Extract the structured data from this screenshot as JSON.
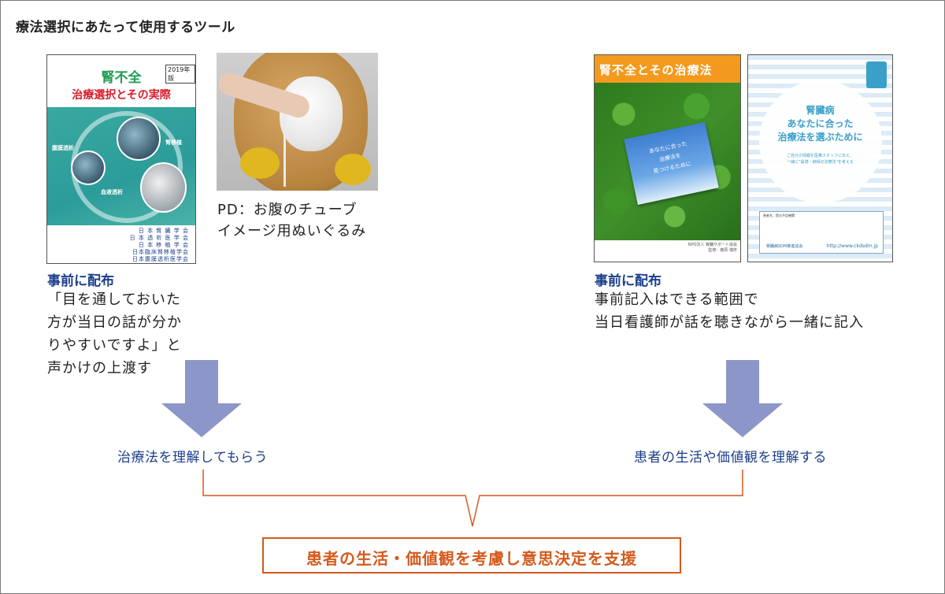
{
  "title": "療法選択にあたって使用するツール",
  "left": {
    "booklet": {
      "year": "2019年版",
      "title1": "腎不全",
      "title2": "治療選択とその実際",
      "labels": [
        "腹膜透析",
        "腎移植",
        "血液透析"
      ],
      "societies": [
        "日 本 腎 臓 学 会",
        "日 本 透 析 医 学 会",
        "日 本 移 植 学 会",
        "日本臨床腎移植学会",
        "日本腹膜透析医学会"
      ]
    },
    "photo_caption_line1": "PD：お腹のチューブ",
    "photo_caption_line2": "イメージ用ぬいぐるみ",
    "dist_label": "事前に配布",
    "note_lines": [
      "「目を通しておいた",
      "方が当日の話が分か",
      "りやすいですよ」と",
      "声かけの上渡す"
    ],
    "result": "治療法を理解してもらう"
  },
  "right": {
    "booklet2": {
      "title": "腎不全とその治療法",
      "inner_lines": [
        "あなたに合った",
        "治療法を",
        "見つけるために"
      ],
      "footer_lines": [
        "NPO法人 腎臓サポート協会",
        "監修：椿原 博彦"
      ]
    },
    "booklet3": {
      "title_lines": [
        "腎臓病",
        "あなたに合った",
        "治療法を選ぶために"
      ],
      "sub_lines": [
        "ご自分の情報を医療スタッフに伝え、",
        "一緒に\"最適・納得の治療法\"を考える"
      ],
      "box_label": "患者名、提出予定機関",
      "org": "腎臓病SDM推進協会",
      "url": "http://www.ckdsdm.jp"
    },
    "dist_label": "事前に配布",
    "note_lines": [
      "事前記入はできる範囲で",
      "当日看護師が話を聴きながら一緒に記入"
    ],
    "result": "患者の生活や価値観を理解する"
  },
  "final": "患者の生活・価値観を考慮し意思決定を支援",
  "colors": {
    "accent_blue": "#1b3e8c",
    "arrow": "#8c96c8",
    "final": "#d45a1d"
  }
}
